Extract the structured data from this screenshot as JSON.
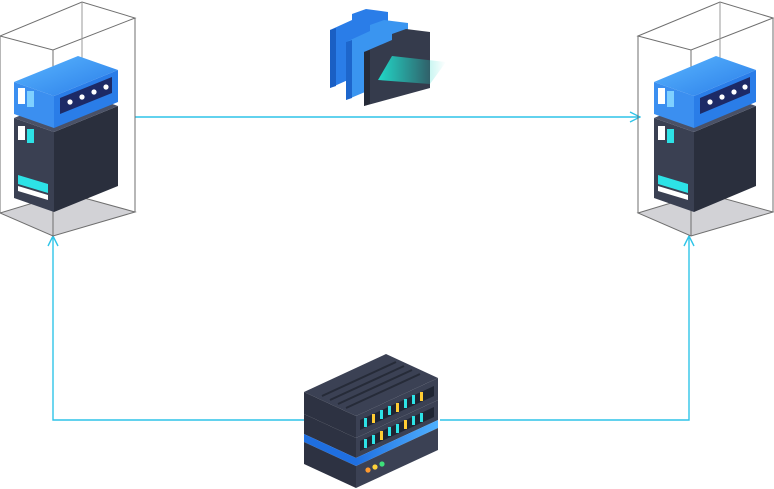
{
  "nodes": [
    {
      "id": "source-server",
      "kind": "tower-server",
      "icon": "tower-server-icon"
    },
    {
      "id": "target-server",
      "kind": "tower-server",
      "icon": "tower-server-icon"
    },
    {
      "id": "transfer-files",
      "kind": "file-folders",
      "icon": "folders-icon"
    },
    {
      "id": "storage-server",
      "kind": "rack-server",
      "icon": "rack-server-icon"
    }
  ],
  "edges": [
    {
      "from": "source-server",
      "to": "target-server",
      "label": ""
    },
    {
      "from": "storage-server",
      "to": "source-server",
      "label": ""
    },
    {
      "from": "storage-server",
      "to": "target-server",
      "label": ""
    }
  ],
  "colors": {
    "connector": "#2fc4e8",
    "accent_blue": "#2a7de8",
    "accent_blue_light": "#4aa8f5",
    "server_dark": "#323848",
    "server_dark_side": "#262b38",
    "cyan": "#2de2e6",
    "enclosure_line": "#777777",
    "enclosure_fill": "#d2d2d6"
  }
}
